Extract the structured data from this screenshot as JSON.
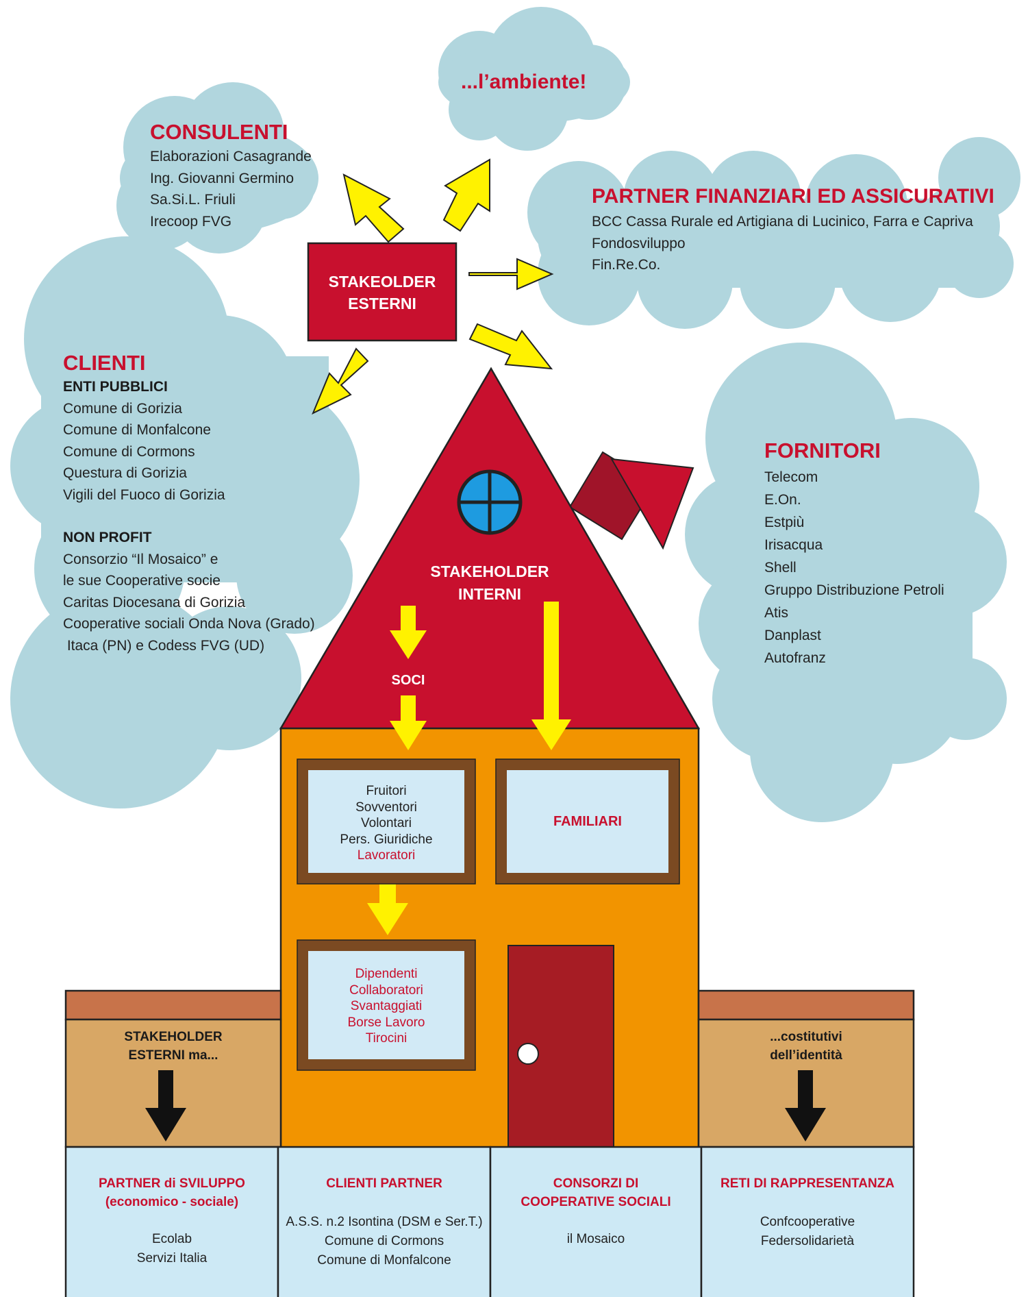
{
  "clouds": {
    "ambiente": {
      "title": "...l’ambiente!"
    },
    "consulenti": {
      "title": "CONSULENTI",
      "items": [
        "Elaborazioni Casagrande",
        "Ing. Giovanni Germino",
        "Sa.Si.L. Friuli",
        "Irecoop FVG"
      ]
    },
    "partner_finanziari": {
      "title": "PARTNER FINANZIARI ED ASSICURATIVI",
      "items": [
        "BCC Cassa Rurale ed Artigiana di Lucinico, Farra e Capriva",
        "Fondosviluppo",
        "Fin.Re.Co."
      ]
    },
    "clienti": {
      "title": "CLIENTI",
      "enti_heading": "ENTI PUBBLICI",
      "enti": [
        "Comune di Gorizia",
        "Comune di Monfalcone",
        "Comune di Cormons",
        "Questura di Gorizia",
        "Vigili del Fuoco di Gorizia"
      ],
      "nonprofit_heading": "NON PROFIT",
      "nonprofit": [
        "Consorzio “Il Mosaico” e",
        "le sue Cooperative socie",
        "Caritas Diocesana di Gorizia",
        "Cooperative sociali Onda Nova (Grado)",
        " Itaca (PN) e Codess FVG (UD)"
      ]
    },
    "fornitori": {
      "title": "FORNITORI",
      "items": [
        "Telecom",
        "E.On.",
        "Estpiù",
        "Irisacqua",
        "Shell",
        "Gruppo Distribuzione Petroli",
        "Atis",
        "Danplast",
        "Autofranz"
      ]
    }
  },
  "stakeholder_esterni_box": {
    "line1": "STAKEOLDER",
    "line2": "ESTERNI"
  },
  "house": {
    "roof": {
      "line1": "STAKEHOLDER",
      "line2": "INTERNI",
      "soci": "SOCI"
    },
    "window_soci": [
      "Fruitori",
      "Sovventori",
      "Volontari",
      "Pers. Giuridiche"
    ],
    "window_soci_highlight": "Lavoratori",
    "window_familiari": "FAMILIARI",
    "window_lavoratori": [
      "Dipendenti",
      "Collaboratori",
      "Svantaggiati",
      "Borse Lavoro",
      "Tirocini"
    ]
  },
  "wings": {
    "left": {
      "line1": "STAKEHOLDER",
      "line2": "ESTERNI ma..."
    },
    "right": {
      "line1": "...costitutivi",
      "line2": "dell’identità"
    }
  },
  "bottom": [
    {
      "title1": "PARTNER di SVILUPPO",
      "title2": "(economico - sociale)",
      "items": [
        "Ecolab",
        "Servizi Italia"
      ]
    },
    {
      "title1": "CLIENTI PARTNER",
      "title2": "",
      "items": [
        "A.S.S. n.2 Isontina (DSM e Ser.T.)",
        "Comune di Cormons",
        "Comune di Monfalcone"
      ]
    },
    {
      "title1": "CONSORZI DI",
      "title2": "COOPERATIVE SOCIALI",
      "items": [
        "il Mosaico"
      ]
    },
    {
      "title1": "RETI DI RAPPRESENTANZA",
      "title2": "",
      "items": [
        "Confcooperative",
        "Federsolidarietà"
      ]
    }
  ],
  "colors": {
    "cloud": "#b1d6de",
    "roof": "#c8102e",
    "house": "#f29400",
    "window_frame": "#7b4a22",
    "window_glass": "#d2eaf6",
    "door": "#a61c24",
    "arrow_yellow": "#fff200",
    "wing_top": "#c8734a",
    "wing_body": "#d8a765",
    "panel": "#cde9f5"
  }
}
